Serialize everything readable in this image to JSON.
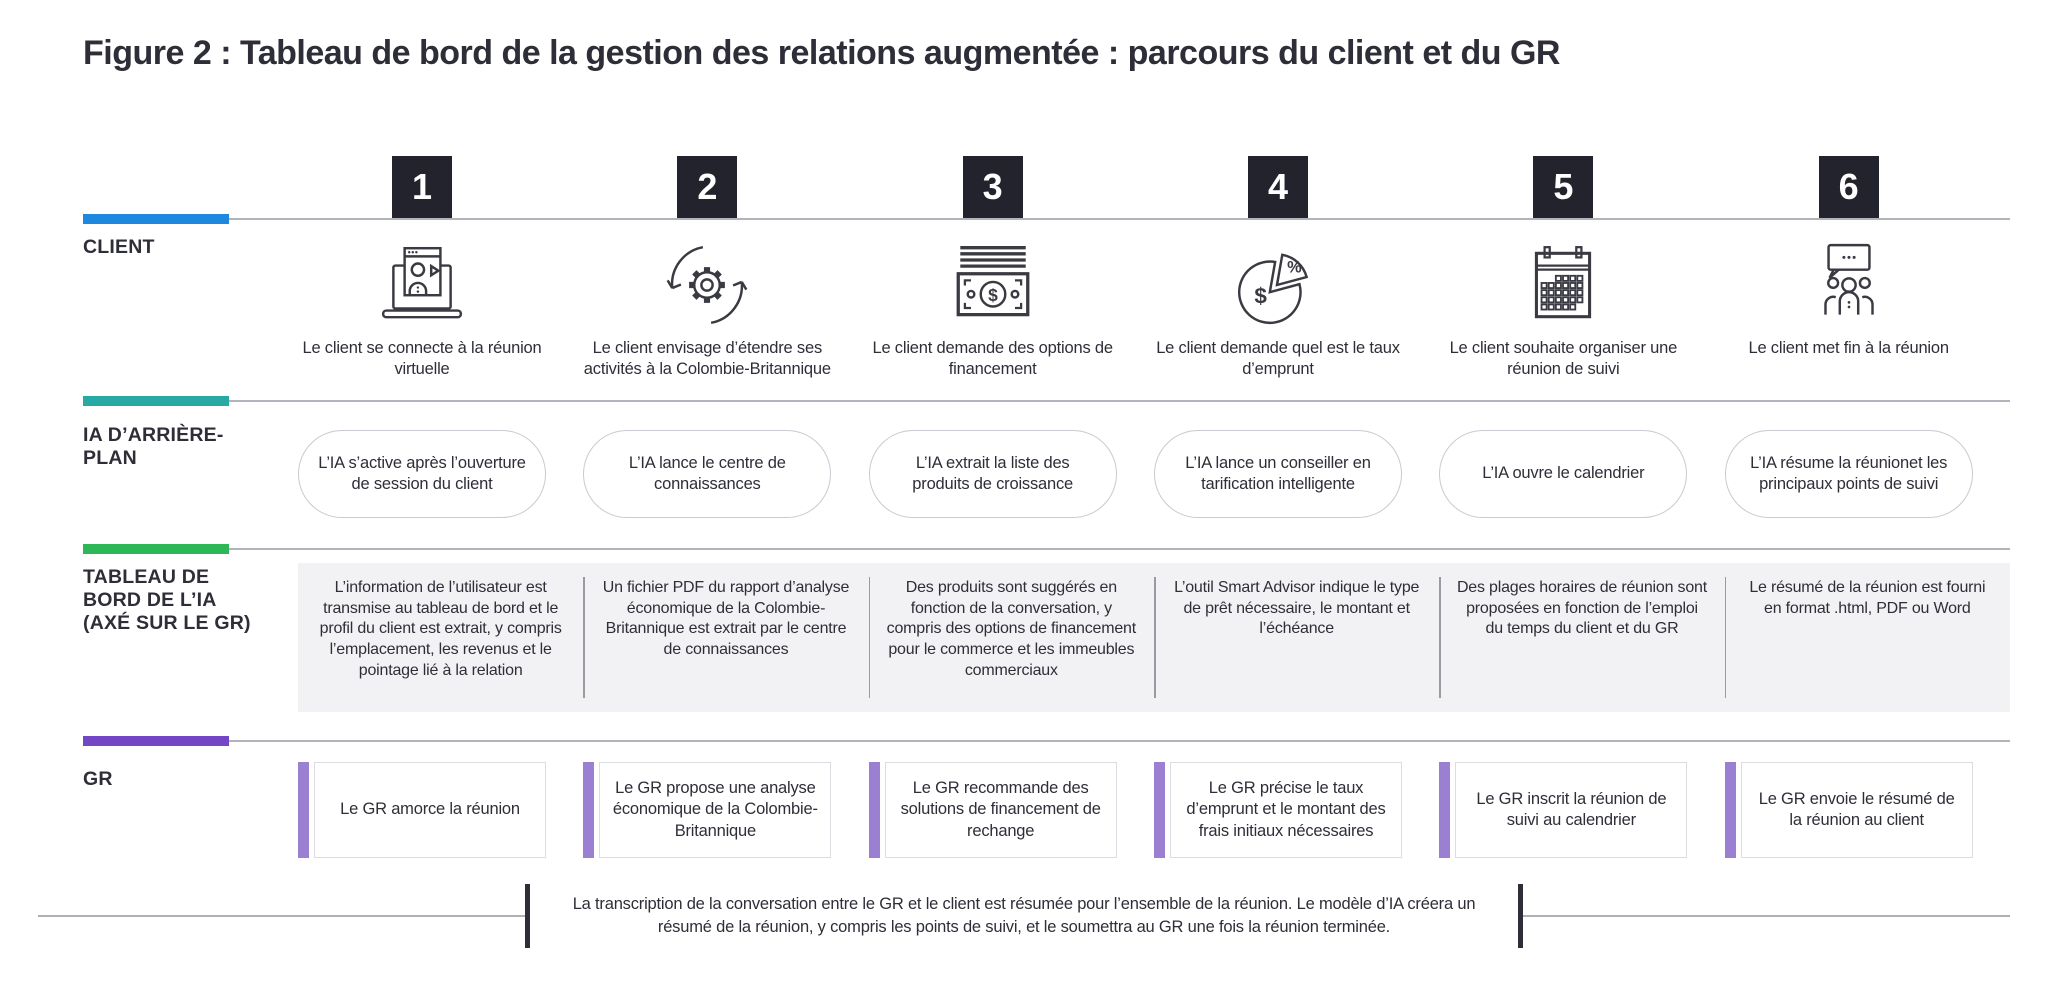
{
  "title": "Figure 2 : Tableau de bord de la gestion des relations augmentée : parcours du client et du GR",
  "row_labels": {
    "client": "CLIENT",
    "ai_background": "IA D’ARRIÈRE-PLAN",
    "ai_dashboard": "TABLEAU DE BORD DE L’IA (AXÉ SUR LE GR)",
    "gr": "GR"
  },
  "colors": {
    "client_accent": "#1d88dd",
    "ai_background_accent": "#29a9a4",
    "ai_dashboard_accent": "#2eb757",
    "gr_accent": "#7246c4",
    "gr_box_bar": "#9b80d2",
    "badge_bg": "#23232e",
    "text": "#2e2e38",
    "panel_bg": "#f2f2f5"
  },
  "icons": [
    "virtual-meeting-laptop-icon",
    "expansion-gear-arrows-icon",
    "money-banknote-icon",
    "rate-pie-chart-icon",
    "calendar-icon",
    "meeting-feedback-people-icon"
  ],
  "steps": [
    {
      "number": "1",
      "client": "Le client se connecte à la réunion virtuelle",
      "ai_background": "L’IA s’active après l’ouverture de session du client",
      "ai_dashboard": "L’information de l’utilisateur est transmise au tableau de bord et le profil du client est extrait, y compris l’emplacement, les revenus et le pointage lié à la relation",
      "gr": "Le GR amorce la réunion"
    },
    {
      "number": "2",
      "client": "Le client envisage d’étendre ses activités à la Colombie-Britannique",
      "ai_background": "L’IA lance le centre de connaissances",
      "ai_dashboard": "Un fichier PDF du rapport d’analyse économique de la Colombie-Britannique est extrait par le centre de connaissances",
      "gr": "Le GR propose une analyse économique de la Colombie-Britannique"
    },
    {
      "number": "3",
      "client": "Le client demande des options de financement",
      "ai_background": "L’IA extrait la liste des produits de croissance",
      "ai_dashboard": "Des produits sont suggérés en fonction de la conversation, y compris des options de financement pour le commerce et les immeubles commerciaux",
      "gr": "Le GR recommande des solutions de financement de rechange"
    },
    {
      "number": "4",
      "client": "Le client demande quel est le taux d’emprunt",
      "ai_background": "L’IA lance un conseiller en tarification intelligente",
      "ai_dashboard": "L’outil Smart Advisor indique le type de prêt nécessaire, le montant et l’échéance",
      "gr": "Le GR précise le taux d’emprunt et le montant des frais initiaux nécessaires"
    },
    {
      "number": "5",
      "client": "Le client souhaite organiser une réunion de suivi",
      "ai_background": "L’IA ouvre le calendrier",
      "ai_dashboard": "Des plages horaires de réunion sont proposées en fonction de l’emploi du temps du client et du GR",
      "gr": "Le GR inscrit la réunion de suivi au calendrier"
    },
    {
      "number": "6",
      "client": "Le client met fin à la réunion",
      "ai_background": "L’IA résume la réunionet les principaux points de suivi",
      "ai_dashboard": "Le résumé de la réunion est fourni en format .html, PDF ou Word",
      "gr": "Le GR envoie le résumé de la réunion au client"
    }
  ],
  "footnote": "La transcription de la conversation entre le GR et le client est résumée pour l’ensemble de la réunion. Le modèle d’IA créera un résumé de la réunion, y compris les points de suivi, et le soumettra au GR une fois la réunion terminée."
}
